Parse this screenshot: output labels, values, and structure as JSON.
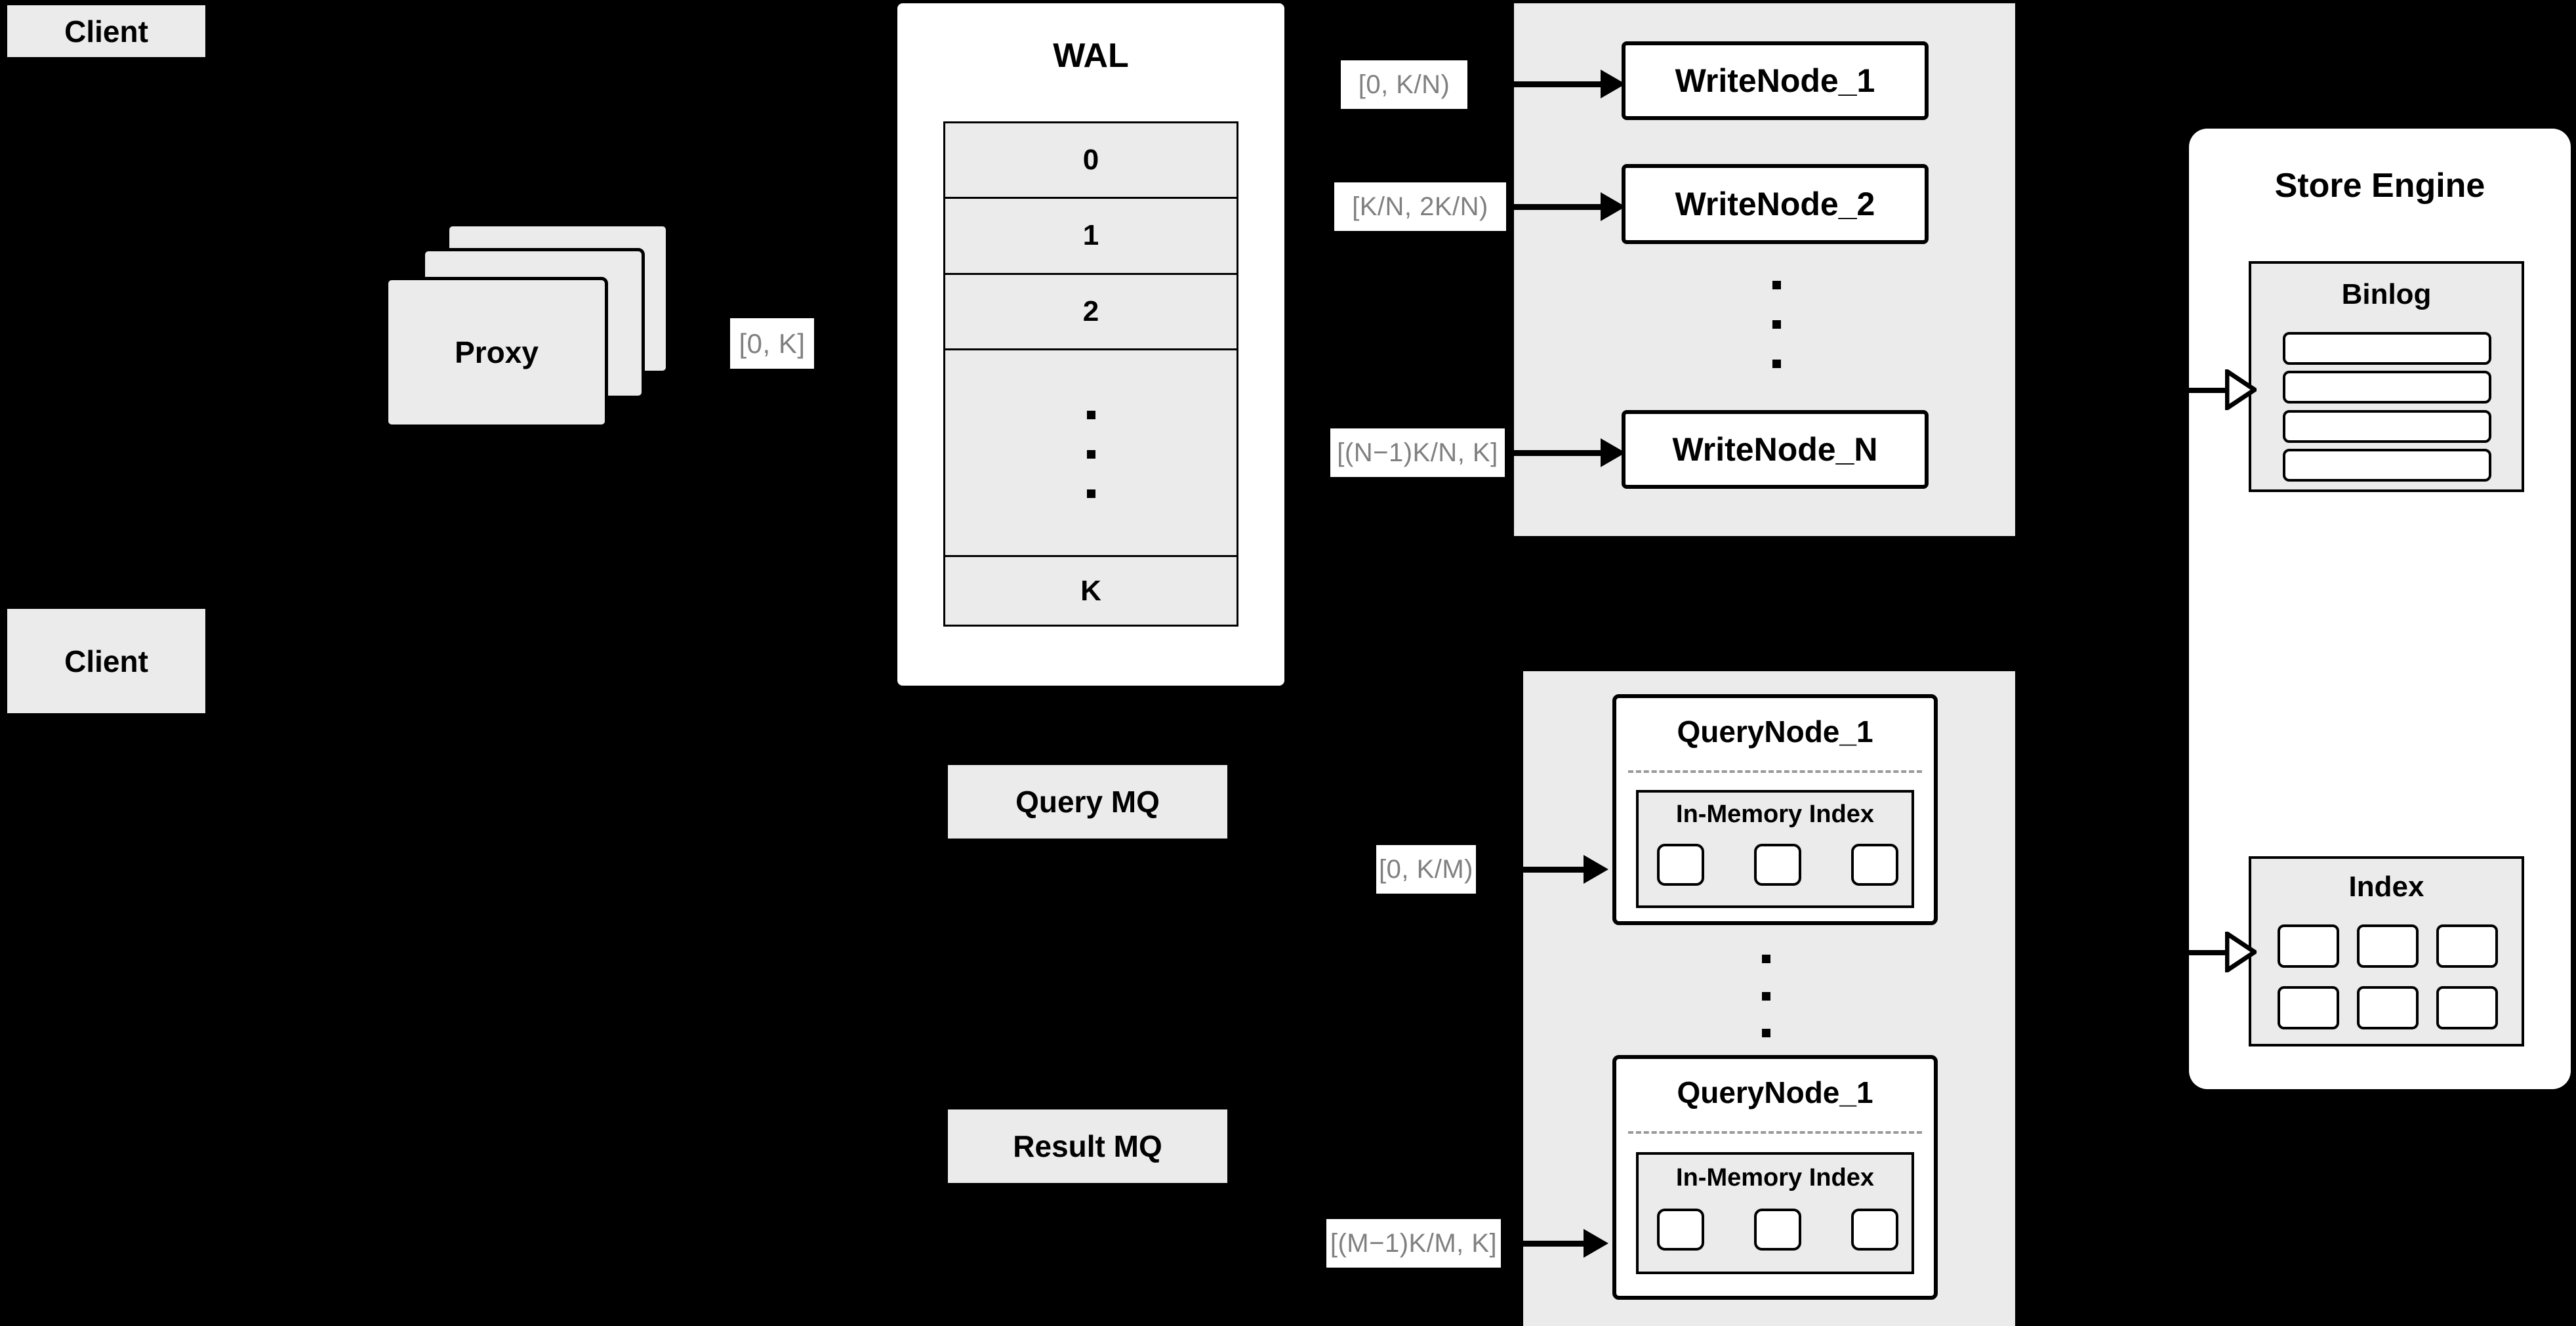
{
  "diagram": {
    "title": "Distributed write/query architecture",
    "background_color": "#000000",
    "node_fill": "#ebebeb",
    "panel_fill": "#ffffff",
    "label_text_color": "#808080",
    "border_color": "#000000"
  },
  "clients": [
    {
      "label": "Client"
    },
    {
      "label": "Client"
    }
  ],
  "proxy": {
    "label": "Proxy",
    "stack_count": 3
  },
  "proxy_range_label": "[0, K]",
  "wal": {
    "title": "WAL",
    "cells": [
      "0",
      "1",
      "2",
      "",
      "K"
    ],
    "ellipsis_dots": 3
  },
  "write_group": {
    "nodes": [
      {
        "label": "WriteNode_1",
        "range": "[0,  K/N)"
      },
      {
        "label": "WriteNode_2",
        "range": "[K/N, 2K/N)"
      },
      {
        "label": "WriteNode_N",
        "range": "[(N−1)K/N,  K]"
      }
    ],
    "ellipsis_dots": 3
  },
  "query_group": {
    "nodes": [
      {
        "label": "QueryNode_1",
        "range": "[0, K/M)",
        "index_title": "In-Memory Index",
        "index_slots": 3
      },
      {
        "label": "QueryNode_1",
        "range": "[(M−1)K/M, K]",
        "index_title": "In-Memory Index",
        "index_slots": 3
      }
    ],
    "ellipsis_dots": 3
  },
  "mq": [
    {
      "label": "Query MQ"
    },
    {
      "label": "Result MQ"
    }
  ],
  "store_engine": {
    "title": "Store Engine",
    "binlog": {
      "title": "Binlog",
      "rows": 4
    },
    "index": {
      "title": "Index",
      "cells": 6
    }
  }
}
